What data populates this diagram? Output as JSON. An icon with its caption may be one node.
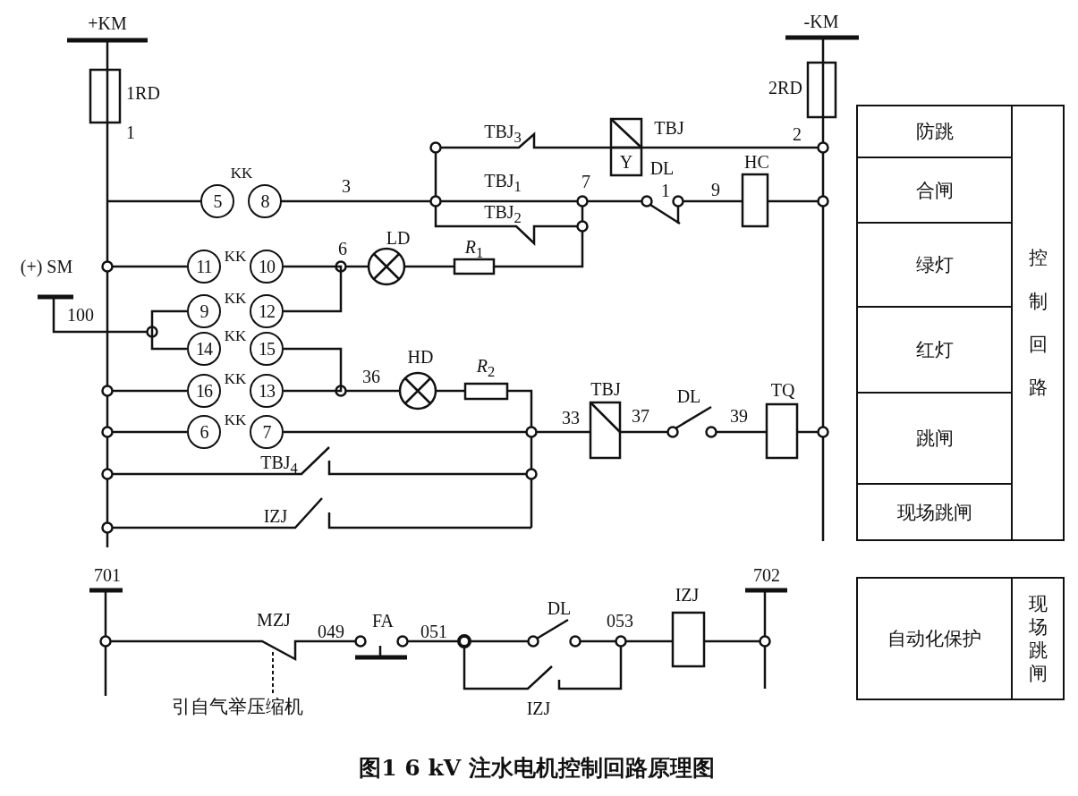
{
  "diagram": {
    "caption": "图1 6 kV 注水电机控制回路原理图",
    "nodes": [
      {
        "text": [
          "防跳"
        ]
      },
      {
        "text": [
          "合闸"
        ]
      },
      {
        "text": [
          "绿灯"
        ]
      },
      {
        "text": [
          "红灯"
        ]
      },
      {
        "text": [
          "跳闸"
        ]
      },
      {
        "text": [
          "现场跳闸"
        ]
      },
      {
        "text": [
          "控制回路"
        ]
      },
      {
        "text": [
          "自动化保护"
        ]
      },
      {
        "text": [
          "现场跳闸"
        ]
      },
      {
        "text": [
          "引自气举压缩机"
        ]
      },
      {
        "text": [
          "5"
        ]
      },
      {
        "text": [
          "8"
        ]
      },
      {
        "text": [
          "11"
        ]
      },
      {
        "text": [
          "10"
        ]
      },
      {
        "text": [
          "9"
        ]
      },
      {
        "text": [
          "12"
        ]
      },
      {
        "text": [
          "14"
        ]
      },
      {
        "text": [
          "15"
        ]
      },
      {
        "text": [
          "16"
        ]
      },
      {
        "text": [
          "13"
        ]
      },
      {
        "text": [
          "6"
        ]
      },
      {
        "text": [
          "7"
        ]
      }
    ],
    "edges": [
      {
        "from": 9,
        "to": null,
        "arrow": "none",
        "style": "dashed"
      },
      {
        "from": 13,
        "to": 15,
        "arrow": "none"
      },
      {
        "from": 14,
        "to": 16,
        "arrow": "none"
      },
      {
        "from": 17,
        "to": 19,
        "arrow": "none"
      }
    ],
    "labels": [
      "+KM",
      "-KM",
      "1RD",
      "2RD",
      "1",
      "TBJ$_{3}$",
      "TBJ",
      "2",
      "Y",
      "DL",
      "HC",
      "KK",
      "3",
      "TBJ$_{1}$",
      "7",
      "1",
      "9",
      "TBJ$_{2}$",
      "LD",
      "6",
      "*R*$_{1}$",
      "(+) SM",
      "KK",
      "100",
      "KK",
      "KK",
      "HD",
      "36",
      "*R*$_{2}$",
      "KK",
      "TBJ",
      "33",
      "37",
      "DL",
      "39",
      "TQ",
      "KK",
      "TBJ$_{4}$",
      "IZJ",
      "701",
      "702",
      "IZJ",
      "DL",
      "MZJ",
      "049",
      "FA",
      "051",
      "053",
      "IZJ"
    ]
  }
}
